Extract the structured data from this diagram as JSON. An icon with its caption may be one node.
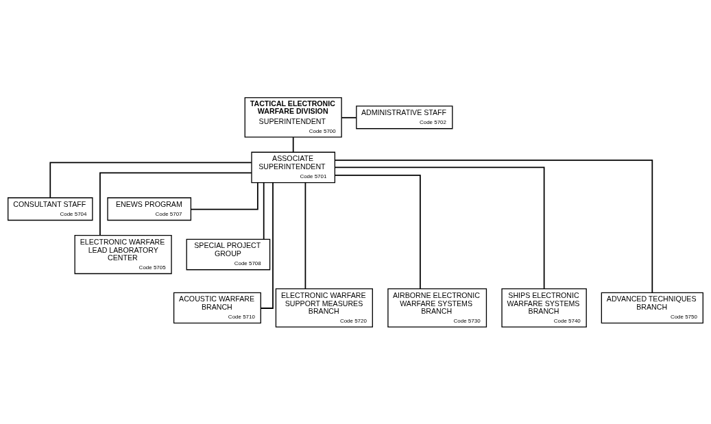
{
  "diagram": {
    "nodes": [
      {
        "text": [
          "TACTICAL ELECTRONIC WARFARE DIVISION",
          "SUPERINTENDENT",
          "Code 5700"
        ]
      },
      {
        "text": [
          "ASSOCIATE SUPERINTENDENT",
          "Code 5701"
        ]
      },
      {
        "text": [
          "ADMINISTRATIVE STAFF",
          "Code 5702"
        ]
      },
      {
        "text": [
          "CONSULTANT STAFF",
          "Code 5704"
        ]
      },
      {
        "text": [
          "ENEWS PROGRAM",
          "Code 5707"
        ]
      },
      {
        "text": [
          "ELECTRONIC WARFARE LEAD LABORATORY CENTER",
          "Code 5705"
        ]
      },
      {
        "text": [
          "SPECIAL PROJECT GROUP",
          "Code 5708"
        ]
      },
      {
        "text": [
          "ACOUSTIC WARFARE BRANCH",
          "Code 5710"
        ]
      },
      {
        "text": [
          "ELECTRONIC WARFARE SUPPORT MEASURES BRANCH",
          "Code 5720"
        ]
      },
      {
        "text": [
          "AIRBORNE ELECTRONIC WARFARE SYSTEMS BRANCH",
          "Code 5730"
        ]
      },
      {
        "text": [
          "SHIPS ELECTRONIC WARFARE SYSTEMS BRANCH",
          "Code 5740"
        ]
      },
      {
        "text": [
          "ADVANCED TECHNIQUES BRANCH",
          "Code 5750"
        ]
      }
    ],
    "edges": [
      {
        "from": 0,
        "to": 1,
        "arrow": "none"
      },
      {
        "from": 2,
        "to": 0,
        "arrow": "none"
      },
      {
        "from": 1,
        "to": 3,
        "arrow": "none"
      },
      {
        "from": 1,
        "to": 4,
        "arrow": "none"
      },
      {
        "from": 1,
        "to": 5,
        "arrow": "none"
      },
      {
        "from": 1,
        "to": 6,
        "arrow": "none"
      },
      {
        "from": 1,
        "to": 7,
        "arrow": "none"
      },
      {
        "from": 1,
        "to": 8,
        "arrow": "none"
      },
      {
        "from": 1,
        "to": 9,
        "arrow": "none"
      },
      {
        "from": 1,
        "to": 10,
        "arrow": "none"
      },
      {
        "from": 1,
        "to": 11,
        "arrow": "none"
      }
    ]
  }
}
